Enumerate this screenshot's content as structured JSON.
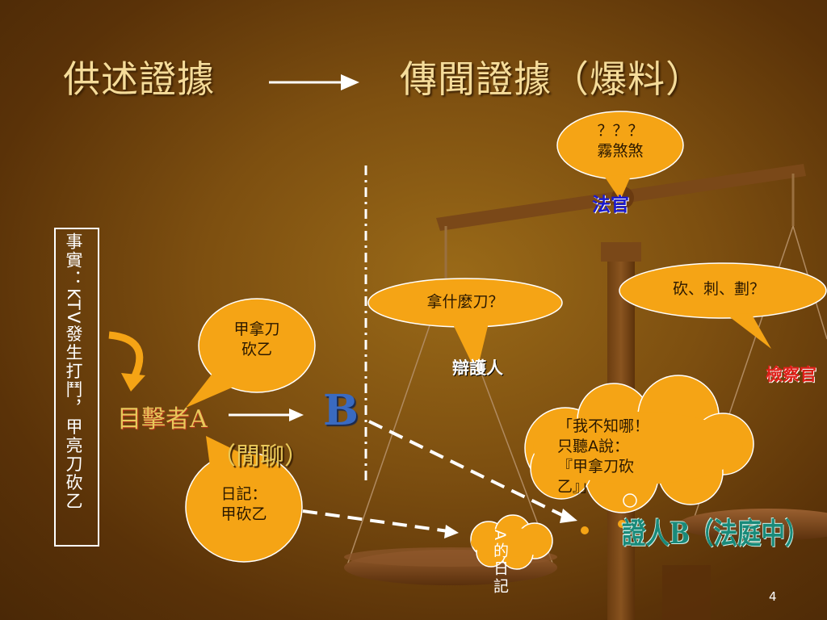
{
  "title_left": "供述證據",
  "title_right": "傳聞證據（爆料）",
  "fact_box": "事實：KTV發生打鬥，甲亮刀砍乙",
  "bubble_judge": "？？？\n霧煞煞",
  "label_judge": "法官",
  "bubble_defense": "拿什麼刀？",
  "label_defense": "辯護人",
  "bubble_prosecutor": "砍、刺、劃？",
  "label_prosecutor": "檢察官",
  "bubble_witness_a": "甲拿刀\n砍乙",
  "witness_a": "目擊者A",
  "witness_b_letter": "B",
  "chat_note": "（閒聊）",
  "bubble_diary": "日記：\n甲砍乙",
  "cloud_b": "「我不知哪！\n只聽A說：\n『甲拿刀砍\n乙』」",
  "cloud_diary": "A的日記",
  "witness_b_court": "證人B（法庭中）",
  "page_number": "4",
  "colors": {
    "bubble": "#f5a415",
    "judge_label": "#1a1ad0",
    "prosecutor_label": "#e0201a",
    "witness_a": "#e8c85a",
    "witness_b_court": "#1a8a7a",
    "title": "#f5dc9a"
  }
}
